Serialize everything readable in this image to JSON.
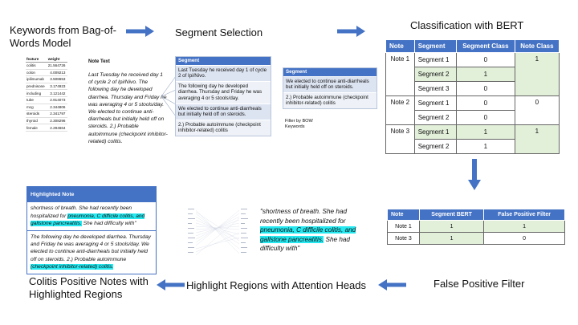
{
  "stages": {
    "keywords_title": "Keywords from Bag-of-Words Model",
    "segment_selection_title": "Segment Selection",
    "classification_title": "Classification with BERT",
    "false_positive_title": "False Positive Filter",
    "highlight_title": "Highlight Regions with Attention Heads",
    "positive_notes_title": "Colitis Positive Notes with Highlighted Regions"
  },
  "keyword_table": {
    "headers": [
      "feature",
      "weight"
    ],
    "rows": [
      [
        "colitis",
        "21.564726"
      ],
      [
        "colon",
        "4.009213"
      ],
      [
        "ipilimumab",
        "3.508653"
      ],
      [
        "prednisone",
        "3.174923"
      ],
      [
        "including",
        "3.121442"
      ],
      [
        "tube",
        "2.914073"
      ],
      [
        "mcg",
        "2.344806"
      ],
      [
        "steroids",
        "2.341797"
      ],
      [
        "thyroid",
        "2.308296"
      ],
      [
        "female",
        "2.294664"
      ]
    ]
  },
  "note_text": {
    "label": "Note Text",
    "body": "Last Tuesday he received day 1 of cycle 2 of Ipi/Nivo. The following day he developed diarrhea. Thursday and Friday he was averaging 4 or 5 stools/day. We elected to continue anti-diarrheals but initially held off on steroids. 2.) Probable autoimmune (checkpoint inhibitor-related) colitis."
  },
  "segments": {
    "header": "Segment",
    "rows": [
      "Last Tuesday he received day 1 of cycle 2 of Ipi/Nivo.",
      "The following day he developed diarrhea. Thursday and Friday he was averaging 4 or 5 stools/day.",
      "We elected to continue anti-diarrheals but initially held off on steroids.",
      "2.) Probable autoimmune (checkpoint inhibitor-related) colitis"
    ]
  },
  "filtered_segments": {
    "header": "Segment",
    "rows": [
      "We elected to continue anti-diarrheals but initially held off on steroids.",
      "2.) Probable autoimmune (checkpoint inhibitor-related) colitis"
    ],
    "caption_line1": "Filter by BOW",
    "caption_line2": "Keywords"
  },
  "bert_table": {
    "headers": [
      "Note",
      "Segment",
      "Segment Class",
      "Note Class"
    ],
    "notes": [
      {
        "note": "Note 1",
        "note_class": "1",
        "segments": [
          {
            "segment": "Segment 1",
            "class": "0"
          },
          {
            "segment": "Segment 2",
            "class": "1"
          },
          {
            "segment": "Segment 3",
            "class": "0"
          }
        ]
      },
      {
        "note": "Note 2",
        "note_class": "0",
        "segments": [
          {
            "segment": "Segment 1",
            "class": "0"
          },
          {
            "segment": "Segment 2",
            "class": "0"
          }
        ]
      },
      {
        "note": "Note 3",
        "note_class": "1",
        "segments": [
          {
            "segment": "Segment 1",
            "class": "1"
          },
          {
            "segment": "Segment 2",
            "class": "1"
          }
        ]
      }
    ]
  },
  "filter_table": {
    "headers": [
      "Note",
      "Segment BERT",
      "False Positive Filter"
    ],
    "rows": [
      [
        "Note 1",
        "1",
        "1"
      ],
      [
        "Note 3",
        "1",
        "0"
      ]
    ]
  },
  "highlighted_note": {
    "header": "Highlighted Note",
    "para1_a": "shortness of breath. She had recently been hospitalized for ",
    "para1_hl": "pneumonia, C difficile colitis, and gallstone pancreatitis.",
    "para1_b": " She had difficulty with\"",
    "para2_a": "The following day he developed diarrhea. Thursday and Friday he was averaging 4 or 5 stools/day. We elected to continue anti-diarrheals but initially held off on steroids. 2.) Probable autoimmune ",
    "para2_hl": "(checkpoint inhibitor-related) colitis."
  },
  "attention_quote": {
    "a": "\"shortness of breath. She had recently been hospitalized for ",
    "hl": "pneumonia, C difficile colitis, and gallstone pancreatitis.",
    "b": " She had difficulty with\""
  },
  "colors": {
    "arrow": "#4472c4",
    "header_blue": "#4472c4",
    "highlight_cyan": "#25e8f0",
    "positive_green": "#e2efd9"
  }
}
